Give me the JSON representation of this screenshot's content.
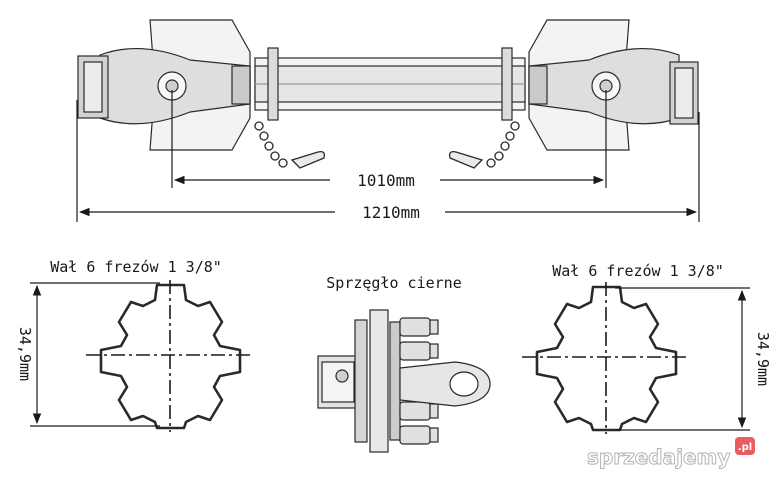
{
  "dimensions": {
    "inner_length": "1010mm",
    "total_length": "1210mm"
  },
  "sections": {
    "left_label": "Wał 6 frezów 1 3/8\"",
    "middle_label": "Sprzęgło cierne",
    "right_label": "Wał 6 frezów 1 3/8\"",
    "left_diameter": "34,9mm",
    "right_diameter": "34,9mm"
  },
  "watermark": {
    "text": "sprzedajemy",
    "badge": ".pl",
    "accent_color": "#e2262b"
  },
  "colors": {
    "stroke": "#2a2a2a",
    "fill_light": "#f1f1f1",
    "fill_mid": "#d9d9d9",
    "fill_dark": "#bdbdbd"
  }
}
